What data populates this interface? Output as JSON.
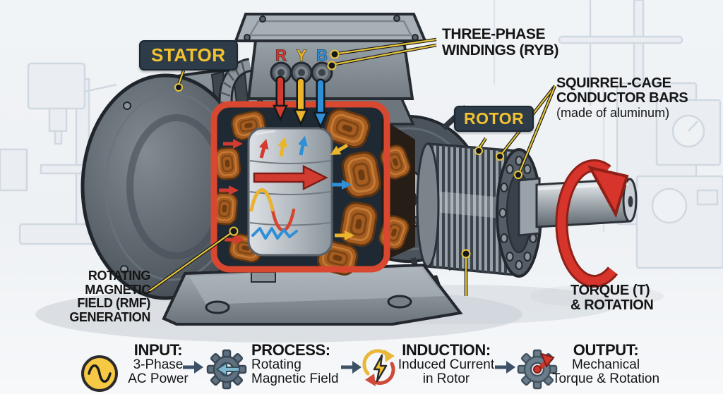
{
  "badges": {
    "stator": "STATOR",
    "rotor": "ROTOR"
  },
  "callouts": {
    "windings": {
      "lines": [
        "THREE-PHASE",
        "WINDINGS (RYB)"
      ]
    },
    "squirrel_cage": {
      "lines": [
        "SQUIRREL-CAGE",
        "CONDUCTOR BARS",
        "(made of aluminum)"
      ]
    },
    "rmf": {
      "lines": [
        "ROTATING",
        "MAGNETIC",
        "FIELD (RMF)",
        "GENERATION"
      ]
    },
    "torque": {
      "lines": [
        "TORQUE (T)",
        "& ROTATION"
      ]
    }
  },
  "terminals": {
    "r": "R",
    "y": "Y",
    "b": "B"
  },
  "flow_steps": [
    {
      "title": "INPUT:",
      "lines": [
        "3-Phase",
        "AC Power"
      ],
      "icon": "ac-sine-icon"
    },
    {
      "title": "PROCESS:",
      "lines": [
        "Rotating",
        "Magnetic Field"
      ],
      "icon": "gear-rotate-icon"
    },
    {
      "title": "INDUCTION:",
      "lines": [
        "Induced Current",
        "in Rotor"
      ],
      "icon": "induction-bolt-icon"
    },
    {
      "title": "OUTPUT:",
      "lines": [
        "Mechanical",
        "Torque & Rotation"
      ],
      "icon": "gear-torque-icon"
    }
  ],
  "colors": {
    "phase_r": "#d23b2f",
    "phase_y": "#eab52c",
    "phase_b": "#2f8fd6",
    "cutaway_frame": "#d84730",
    "badge_bg": "#2e3c49",
    "badge_text": "#f2c230",
    "leader_line": "#e8c53a",
    "flow_arrow": "#3c5166",
    "rotation_arrow": "#d7342b"
  }
}
